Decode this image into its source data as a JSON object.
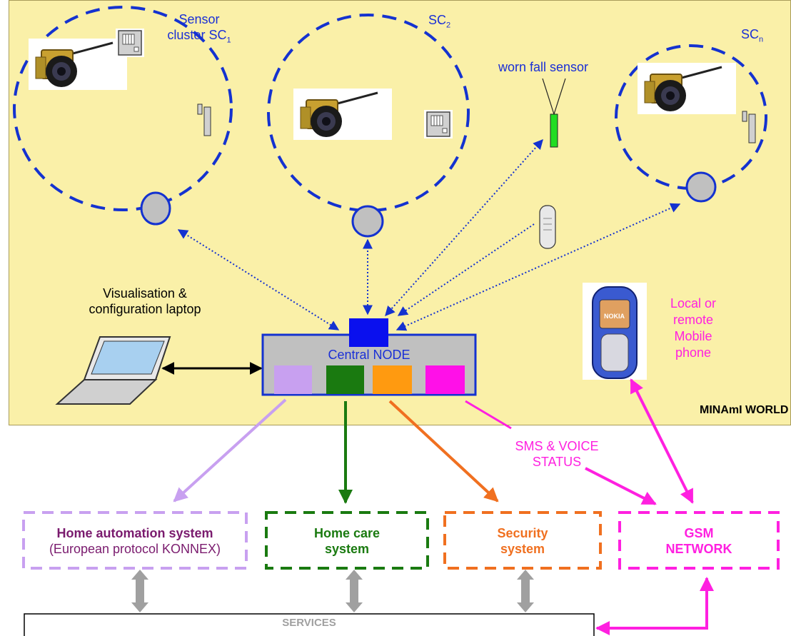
{
  "world": {
    "label": "MINAmI WORLD",
    "background": "#faf0a8"
  },
  "clusters": {
    "sc1": {
      "label_line1": "Sensor",
      "label_line2": "cluster SC",
      "subscript": "1"
    },
    "sc2": {
      "label": "SC",
      "subscript": "2"
    },
    "scn": {
      "label": "SC",
      "subscript": "n"
    }
  },
  "fall_sensor": {
    "label": "worn fall sensor"
  },
  "laptop": {
    "label_line1": "Visualisation &",
    "label_line2": "configuration laptop"
  },
  "central_node": {
    "label": "Central NODE"
  },
  "phone": {
    "label_line1": "Local or",
    "label_line2": "remote",
    "label_line3": "Mobile",
    "label_line4": "phone",
    "brand": "NOKIA"
  },
  "sms": {
    "line1": "SMS & VOICE",
    "line2": "STATUS"
  },
  "systems": {
    "home_automation": {
      "title": "Home automation system",
      "subtitle": "(European protocol KONNEX)",
      "color": "#c8a0f0",
      "title_color": "#7a1b6e"
    },
    "home_care": {
      "line1": "Home care",
      "line2": "system",
      "color": "#1a7a10"
    },
    "security": {
      "line1": "Security",
      "line2": "system",
      "color": "#f07020"
    },
    "gsm": {
      "line1": "GSM",
      "line2": "NETWORK",
      "color": "#ff20e0"
    }
  },
  "services": {
    "label": "SERVICES"
  },
  "colors": {
    "blue": "#1a2fd6",
    "dashed_blue": "#1432d0",
    "gray_node": "#c0c0c0",
    "lilac": "#c8a0f0",
    "green": "#1a7a10",
    "orange": "#f07020",
    "magenta": "#ff20e0",
    "gray_arrow": "#a0a0a0",
    "sensor_green": "#22dd22"
  }
}
